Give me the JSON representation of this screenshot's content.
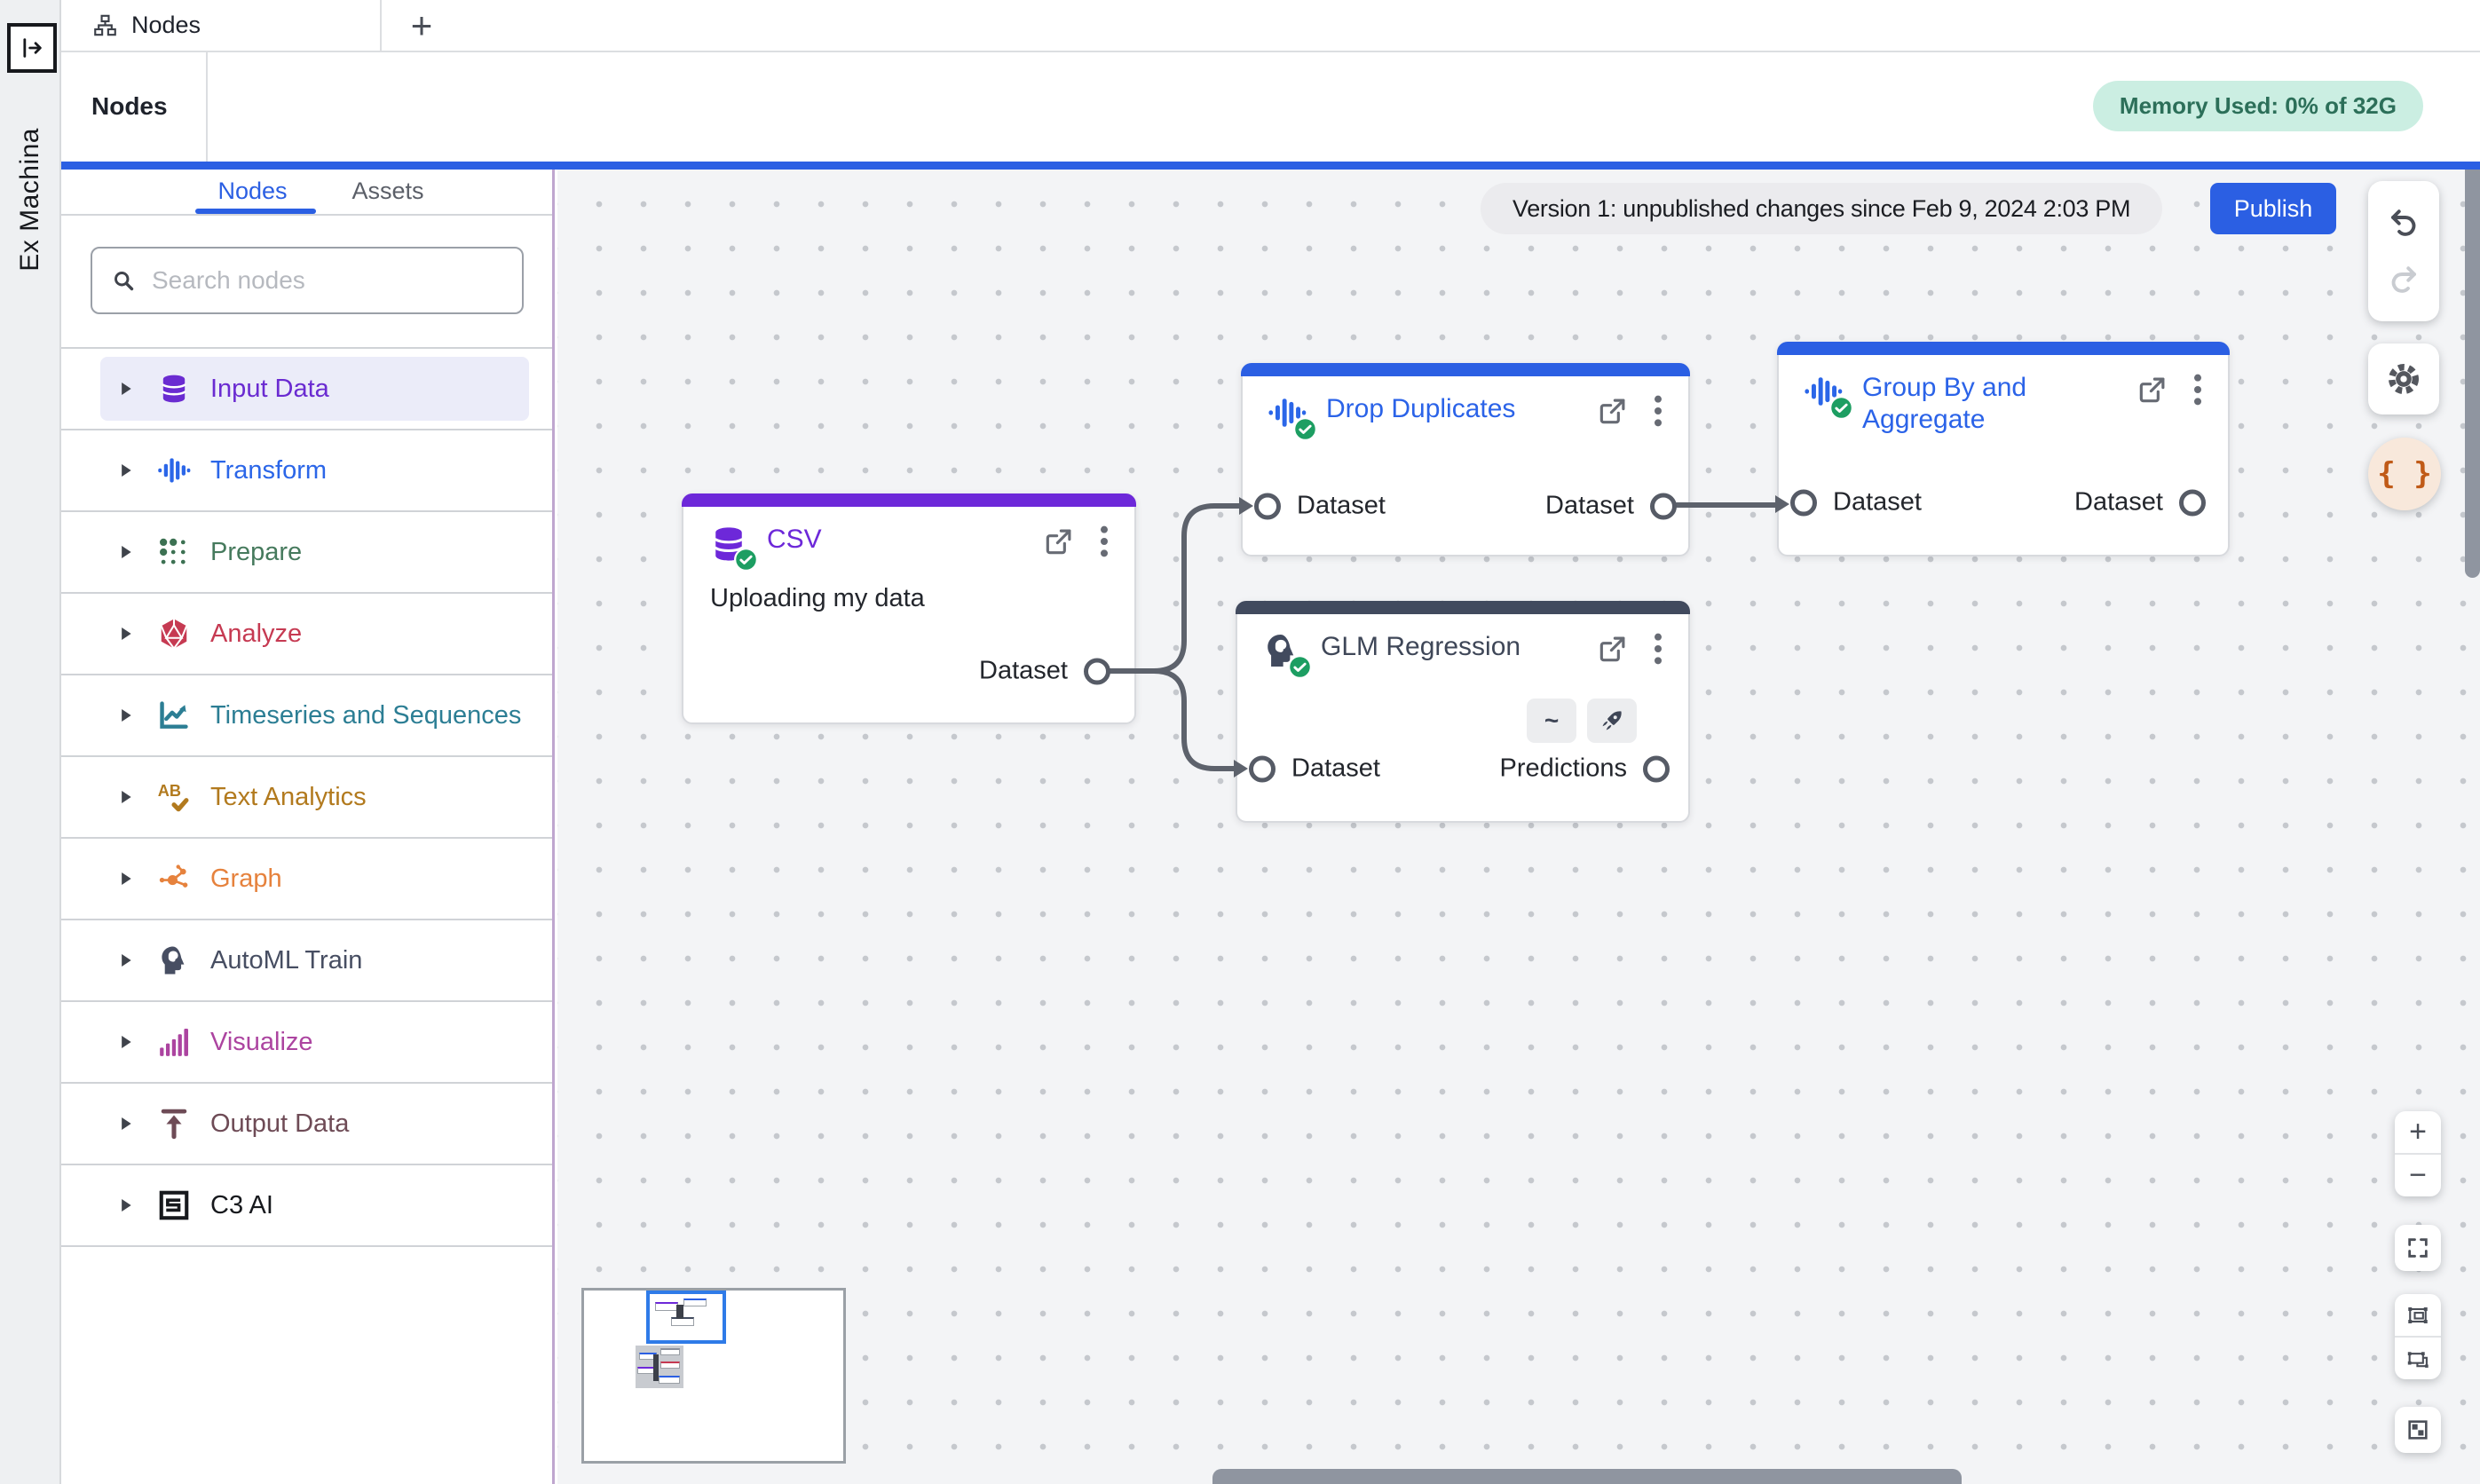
{
  "brand": {
    "label": "Ex Machina"
  },
  "window": {
    "tab_title": "Nodes",
    "new_tab": "+"
  },
  "page": {
    "title": "Nodes",
    "memory_badge": "Memory Used: 0% of 32G"
  },
  "sidebar": {
    "tabs": {
      "nodes": "Nodes",
      "assets": "Assets"
    },
    "search": {
      "placeholder": "Search nodes"
    },
    "categories": [
      {
        "label": "Input Data",
        "color": "#6a2bd1",
        "icon": "database-icon",
        "active": true
      },
      {
        "label": "Transform",
        "color": "#2b66e8",
        "icon": "waveform-icon",
        "active": false
      },
      {
        "label": "Prepare",
        "color": "#467a5d",
        "icon": "dots-grid-icon",
        "active": false
      },
      {
        "label": "Analyze",
        "color": "#c63a52",
        "icon": "polyhedron-icon",
        "active": false
      },
      {
        "label": "Timeseries and Sequences",
        "color": "#2c7e94",
        "icon": "line-chart-icon",
        "active": false
      },
      {
        "label": "Text Analytics",
        "color": "#b27a1e",
        "icon": "ab-check-icon",
        "active": false
      },
      {
        "label": "Graph",
        "color": "#e6823d",
        "icon": "network-icon",
        "active": false
      },
      {
        "label": "AutoML Train",
        "color": "#474e62",
        "icon": "brain-head-icon",
        "active": false
      },
      {
        "label": "Visualize",
        "color": "#ac44a0",
        "icon": "bar-chart-icon",
        "active": false
      },
      {
        "label": "Output Data",
        "color": "#6e4b56",
        "icon": "upload-icon",
        "active": false
      },
      {
        "label": "C3 AI",
        "color": "#17191d",
        "icon": "c3-logo-icon",
        "active": false
      }
    ]
  },
  "toolbar": {
    "version_status": "Version 1: unpublished changes since Feb 9, 2024 2:03 PM",
    "publish_label": "Publish"
  },
  "nodes": [
    {
      "title": "CSV",
      "accent": "#6d28d9",
      "type_icon": "database-icon",
      "description": "Uploading my data",
      "inputs": [],
      "outputs": [
        "Dataset"
      ]
    },
    {
      "title": "Drop Duplicates",
      "accent": "#2b5fe3",
      "type_icon": "waveform-icon",
      "inputs": [
        "Dataset"
      ],
      "outputs": [
        "Dataset"
      ]
    },
    {
      "title": "GLM Regression",
      "accent": "#414a5e",
      "type_icon": "brain-head-icon",
      "inputs": [
        "Dataset"
      ],
      "outputs": [
        "Predictions"
      ],
      "tools": {
        "function_label": "~",
        "deploy_icon": "rocket-icon"
      }
    },
    {
      "title": "Group By and Aggregate",
      "accent": "#2b5fe3",
      "type_icon": "waveform-icon",
      "inputs": [
        "Dataset"
      ],
      "outputs": [
        "Dataset"
      ]
    }
  ],
  "controls": {
    "zoom_in": "+",
    "zoom_out": "−",
    "code_button": "{ }"
  },
  "colors": {
    "primary_blue": "#2b5fe3",
    "csv_purple": "#6d28d9",
    "glm_slate": "#414a5e",
    "memory_badge_bg": "#cbeee2",
    "memory_badge_text": "#2c6f59",
    "wire_gray": "#5d626c",
    "canvas_bg": "#f3f4f6",
    "code_button_orange": "#c05a17"
  }
}
